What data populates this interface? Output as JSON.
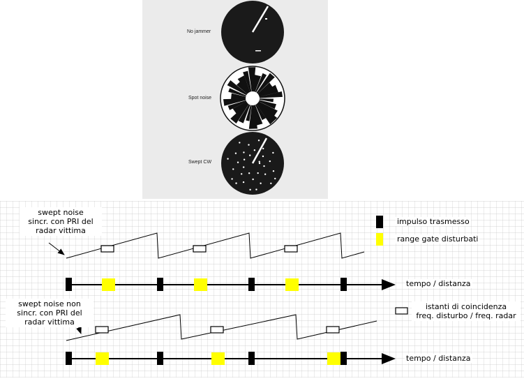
{
  "scopes": [
    {
      "label": "No jammer"
    },
    {
      "label": "Spot noise"
    },
    {
      "label": "Swept CW"
    }
  ],
  "legend": {
    "pulse": "impulso trasmesso",
    "gate": "range gate disturbati",
    "coincidence_line1": "istanti di coincidenza",
    "coincidence_line2": "freq. disturbo / freq. radar"
  },
  "sync": {
    "line1": "swept noise",
    "line2": "sincr. con PRI del",
    "line3": "radar vittima",
    "axis": "tempo / distanza"
  },
  "nosync": {
    "line1": "swept noise non",
    "line2": "sincr. con PRI del",
    "line3": "radar vittima",
    "axis": "tempo / distanza"
  },
  "colors": {
    "gate": "#ffff00",
    "pulse": "#000000",
    "grid": "#c8c8c8"
  }
}
